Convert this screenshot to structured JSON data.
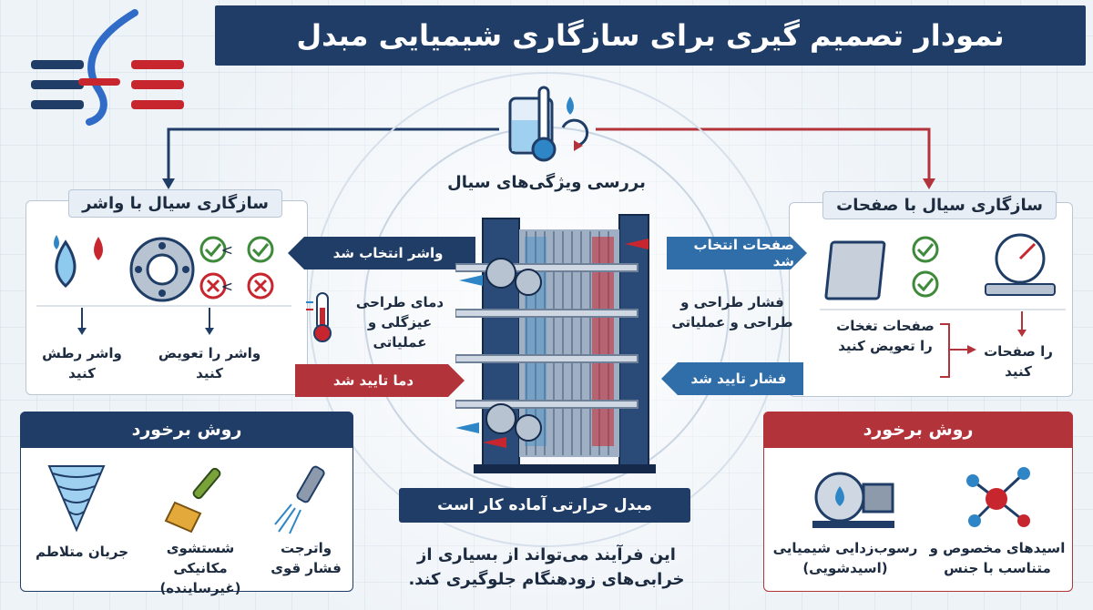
{
  "title": "نمودار تصمیم گیری برای سازگاری شیمیایی مبدل",
  "center": {
    "fluid_label": "بررسی ویژگی‌های سیال",
    "temp_label": "دمای طراحی عیزگلی و عملیاتی",
    "pressure_label": "فشار طراحی و طراحی و عملیاتی"
  },
  "left_panel": {
    "title": "سازگاری سیال با واشر",
    "result1": "واشر رطش کنید",
    "result2": "واشر را تعویض کنید"
  },
  "right_panel": {
    "title": "سازگاری سیال با صفحات",
    "result1": "صفحات تغخات را تعویض کنید",
    "result2": "را صفحات کنید"
  },
  "arrows": {
    "gasket_selected": "واشر انتخاب شد",
    "temp_confirmed": "دما تایید شد",
    "plates_selected": "صفحات انتخاب شد",
    "pressure_confirmed": "فشار تایید شد"
  },
  "left_method": {
    "title": "روش برخورد",
    "items": [
      "واترجت فشار قوی",
      "شستشوی مکانیکی (غیرساینده)",
      "جریان متلاطم"
    ]
  },
  "right_method": {
    "title": "روش برخورد",
    "items": [
      "رسوب‌زدایی شیمیایی (اسیدشویی)",
      "اسیدهای مخصوص و متناسب با جنس"
    ]
  },
  "ready": "مبدل حرارتی آماده کار است",
  "conclusion": "این فرآیند می‌تواند از بسیاری از خرابی‌های زودهنگام جلوگیری کند.",
  "colors": {
    "navy": "#1f3d67",
    "red": "#b3333a",
    "blue_light": "#2f86c7"
  }
}
